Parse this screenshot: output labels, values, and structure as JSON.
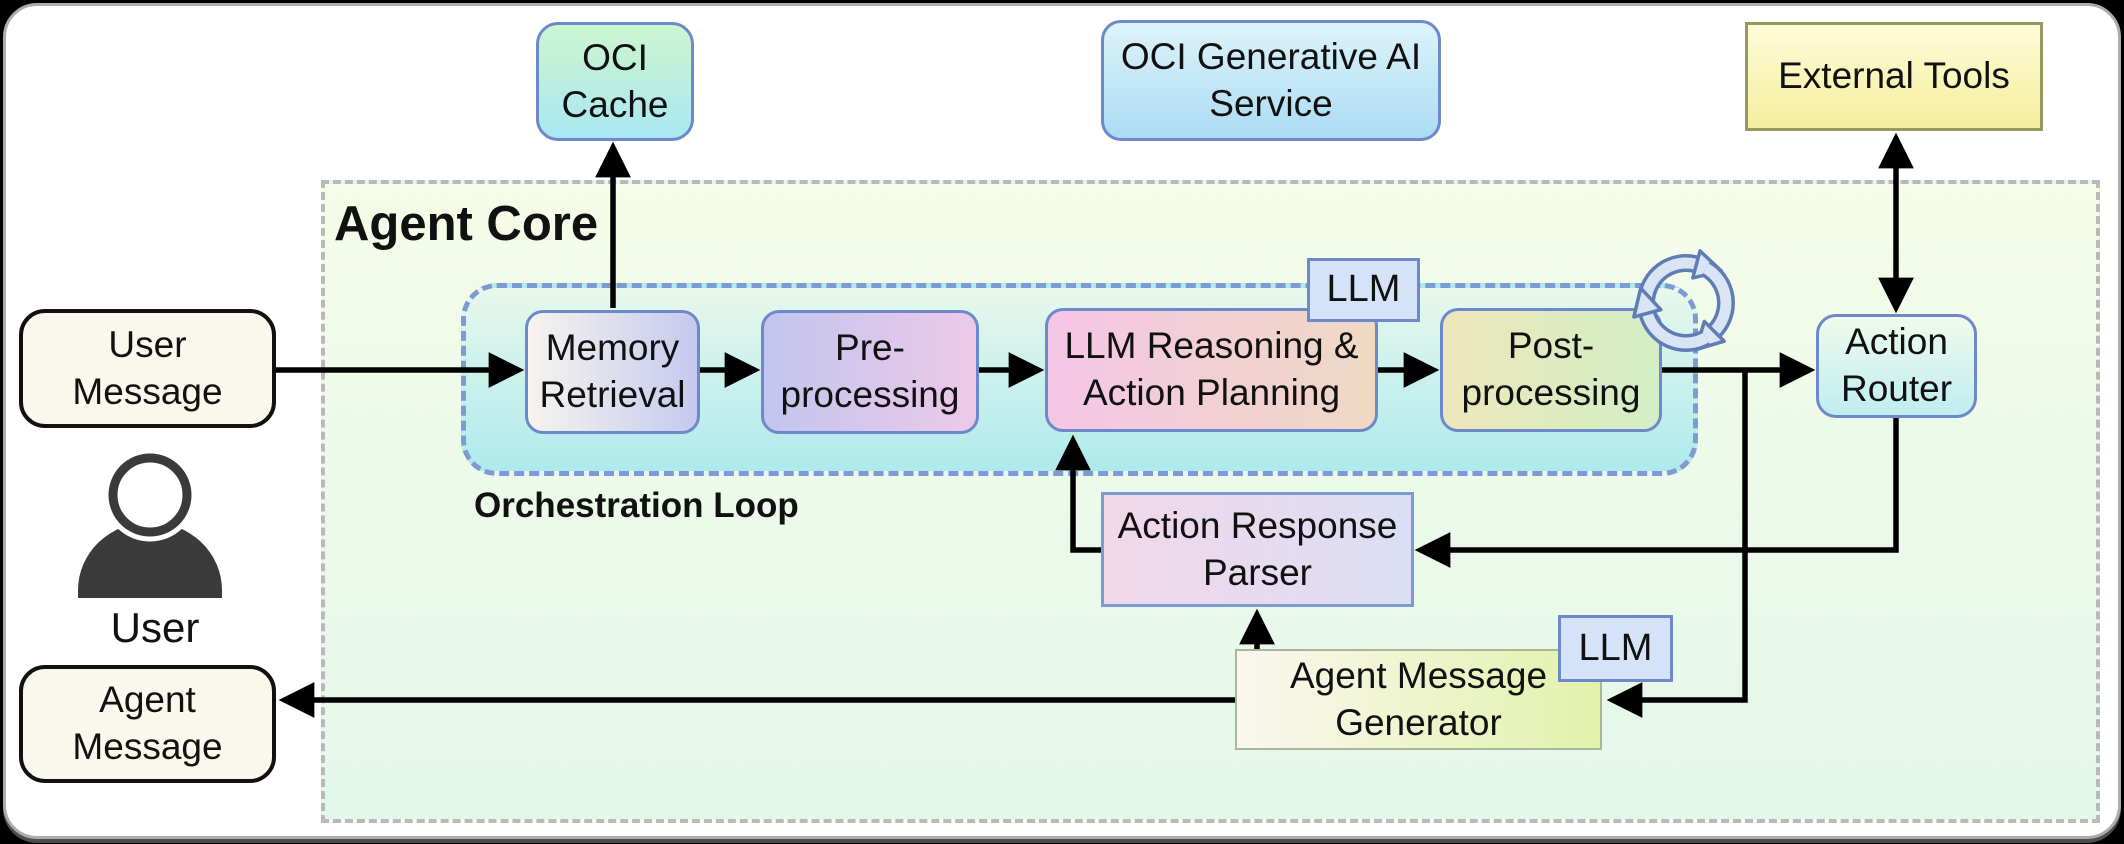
{
  "diagram": {
    "agent_core_label": "Agent Core",
    "orchestration_loop_label": "Orchestration Loop"
  },
  "nodes": {
    "oci_cache": {
      "label": "OCI\nCache"
    },
    "oci_generative_ai_service": {
      "label": "OCI Generative AI\nService"
    },
    "external_tools": {
      "label": "External Tools"
    },
    "user_message": {
      "label": "User\nMessage"
    },
    "agent_message": {
      "label": "Agent\nMessage"
    },
    "memory_retrieval": {
      "label": "Memory\nRetrieval"
    },
    "pre_processing": {
      "label": "Pre-\nprocessing"
    },
    "llm_reasoning": {
      "label": "LLM Reasoning &\nAction Planning"
    },
    "post_processing": {
      "label": "Post-\nprocessing"
    },
    "action_router": {
      "label": "Action\nRouter"
    },
    "action_response_parser": {
      "label": "Action Response\nParser"
    },
    "agent_message_generator": {
      "label": "Agent Message\nGenerator"
    }
  },
  "badges": {
    "llm_orchestration": {
      "label": "LLM"
    },
    "llm_generator": {
      "label": "LLM"
    }
  },
  "actor": {
    "user_label": "User"
  },
  "icons": {
    "loop_cycle_icon": "cycle-arrows",
    "user_icon": "person-silhouette"
  },
  "colors": {
    "agent_core_bg_top": "#f5fce8",
    "agent_core_bg_bottom": "#e3f7eb",
    "agent_core_border": "#b9b9b9",
    "orchestration_bg_top": "#e7f8ec",
    "orchestration_bg_bottom": "#aeeaed",
    "orchestration_border": "#7b9bd2",
    "node_border_blue": "#6d89c9",
    "external_tools_border": "#98985e",
    "llm_badge_bg": "#d5e3f9",
    "message_box_bg": "#faf8ec",
    "arrow": "#000000",
    "cycle_icon_fill": "#d9e4f5",
    "cycle_icon_stroke": "#5f7db5",
    "user_icon_color": "#3a3a3a"
  }
}
